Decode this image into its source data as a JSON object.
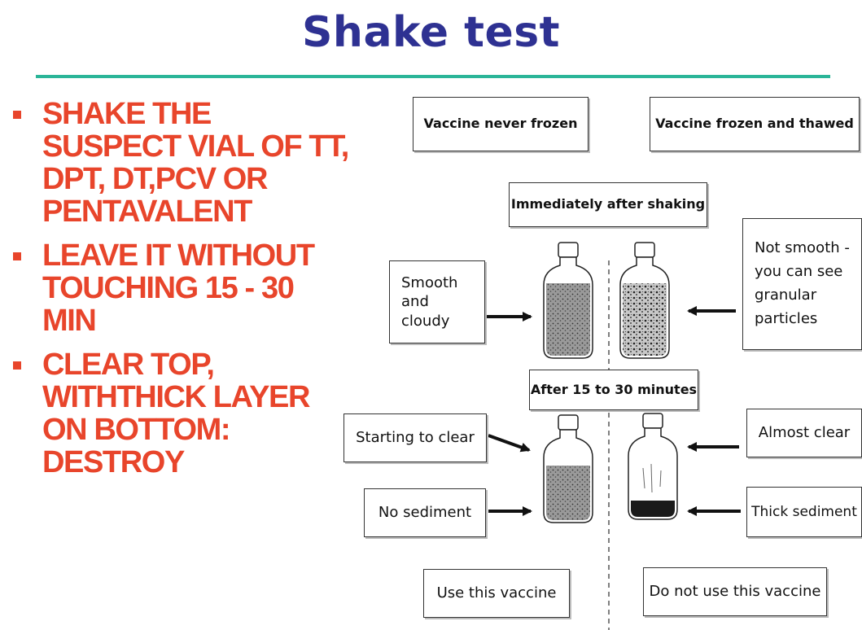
{
  "title": "Shake test",
  "bullets": [
    "SHAKE THE SUSPECT VIAL   OF TT, DPT, DT,PCV OR PENTAVALENT",
    "LEAVE IT WITHOUT TOUCHING 15 - 30 MIN",
    "CLEAR TOP, WITHTHICK LAYER ON  BOTTOM: DESTROY"
  ],
  "diagram": {
    "never_frozen": "Vaccine never frozen",
    "frozen_thawed": "Vaccine frozen and thawed",
    "immediately": "Immediately after shaking",
    "smooth_cloudy": "Smooth and cloudy",
    "not_smooth": "Not smooth - you can see granular particles",
    "after_minutes": "After 15 to 30 minutes",
    "starting_clear": "Starting to clear",
    "no_sediment": "No sediment",
    "almost_clear": "Almost clear",
    "thick_sediment": "Thick sediment",
    "use_vaccine": "Use this vaccine",
    "do_not_use": "Do not use this vaccine"
  },
  "colors": {
    "title": "#2e3192",
    "rule": "#2bb598",
    "bullet_text": "#e8452b"
  }
}
